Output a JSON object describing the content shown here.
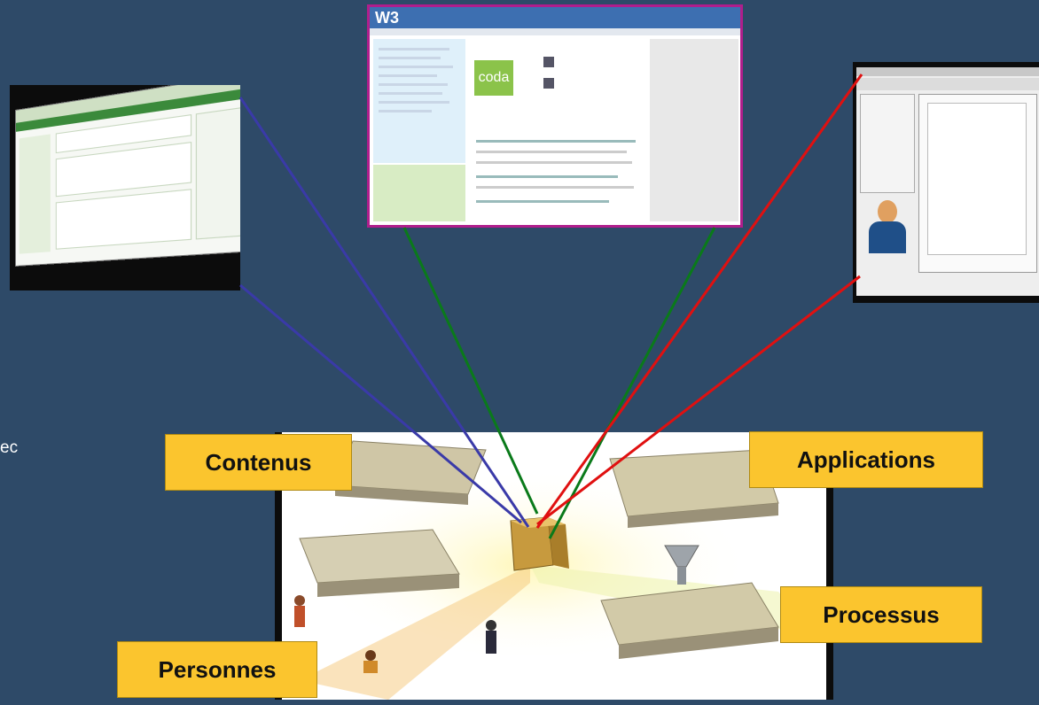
{
  "edge_text": "ec",
  "labels": {
    "contenus": "Contenus",
    "applications": "Applications",
    "processus": "Processus",
    "personnes": "Personnes"
  },
  "center_screenshot": {
    "logo": "W3",
    "badge": "coda"
  },
  "colors": {
    "background": "#2e4a68",
    "label_fill": "#fbc52e",
    "line_left": "#3a3aa8",
    "line_center": "#0a7a1a",
    "line_right": "#e01010",
    "center_frame": "#b01e8c"
  }
}
